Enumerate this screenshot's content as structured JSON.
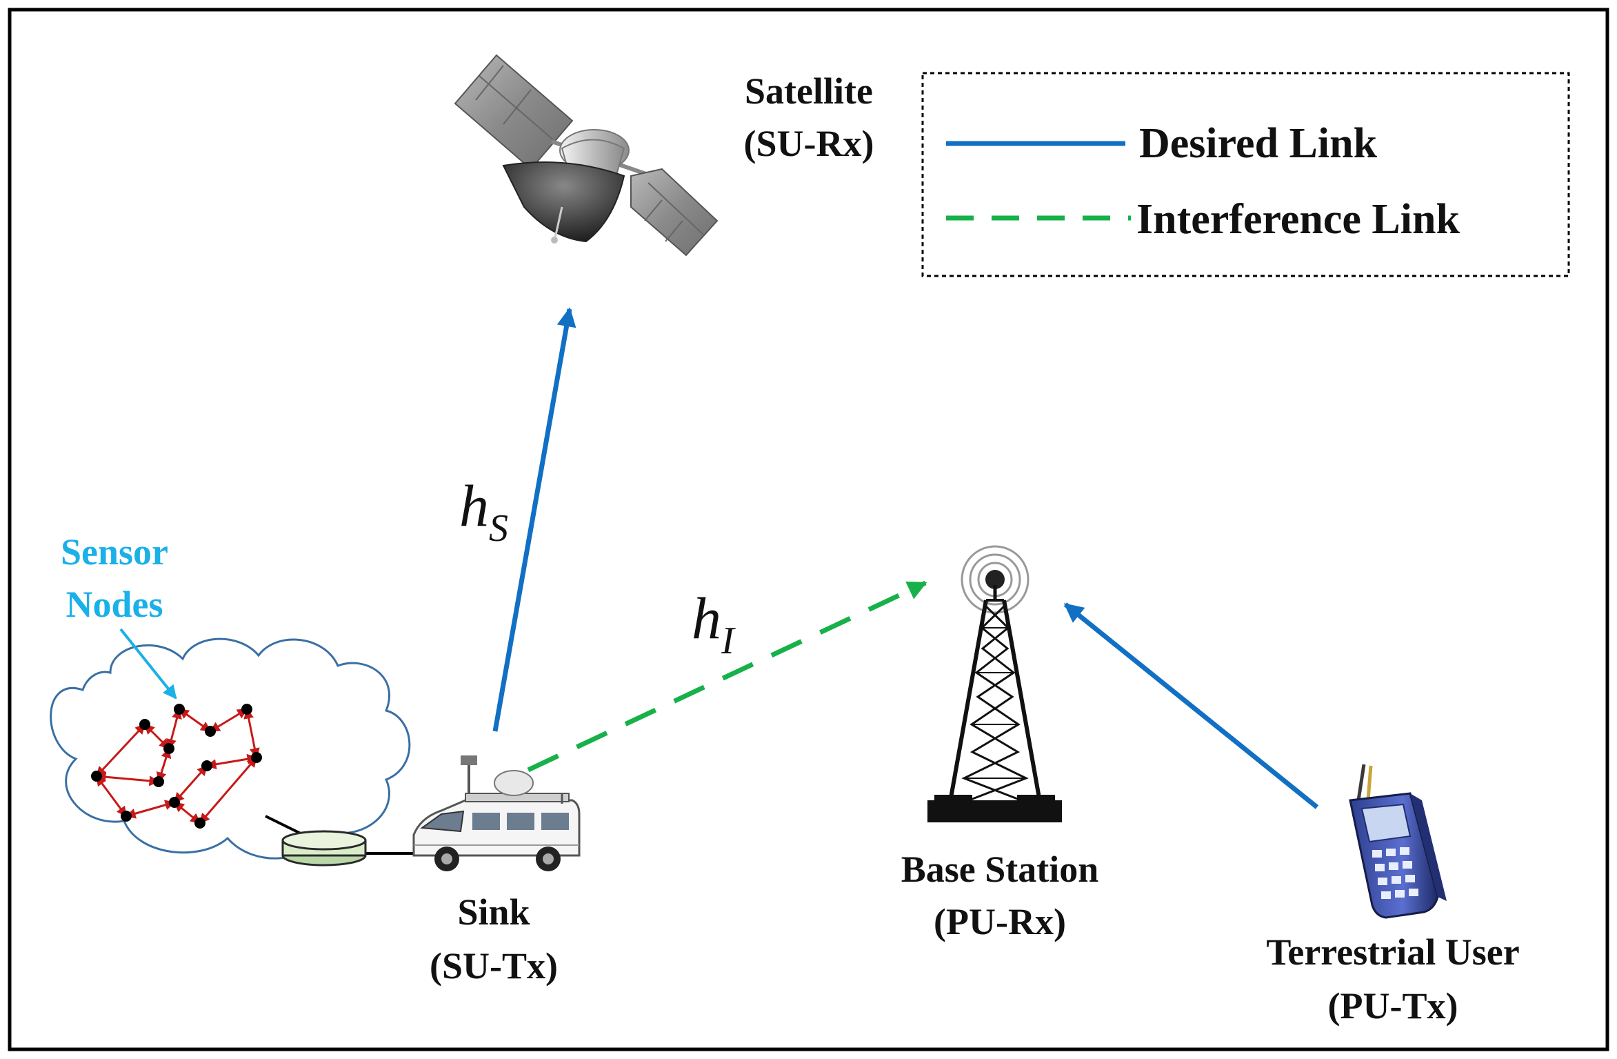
{
  "legend": {
    "desired_label": "Desired Link",
    "interference_label": "Interference Link",
    "desired_color": "#1170c4",
    "interference_color": "#17b14a"
  },
  "nodes": {
    "satellite": {
      "name": "Satellite",
      "role": "(SU-Rx)"
    },
    "sink": {
      "name": "Sink",
      "role": "(SU-Tx)"
    },
    "base_station": {
      "name": "Base Station",
      "role": "(PU-Rx)"
    },
    "terrestrial_user": {
      "name": "Terrestrial User",
      "role": "(PU-Tx)"
    },
    "sensor_nodes": {
      "line1": "Sensor",
      "line2": "Nodes",
      "color": "#1ab0e8"
    }
  },
  "channels": {
    "hs": {
      "base": "h",
      "sub": "S"
    },
    "hi": {
      "base": "h",
      "sub": "I"
    }
  },
  "colors": {
    "sensor_link": "#c81818",
    "frame": "#000000"
  }
}
